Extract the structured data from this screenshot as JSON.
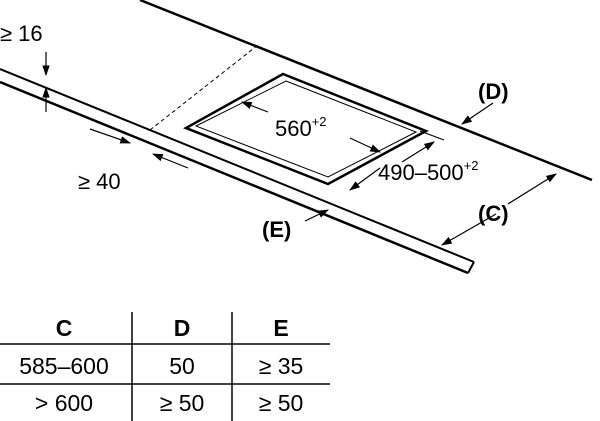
{
  "diagram": {
    "labels": {
      "clearance_top": "≥ 16",
      "clearance_front": "≥ 40",
      "width_dim": "560",
      "width_tol": "+2",
      "depth_dim": "490–500",
      "depth_tol": "+2",
      "label_D": "D",
      "label_C": "C",
      "label_E": "E",
      "paren_open": "(",
      "paren_close": ")"
    }
  },
  "table": {
    "headers": [
      "C",
      "D",
      "E"
    ],
    "rows": [
      [
        "585–600",
        "50",
        "≥ 35"
      ],
      [
        "> 600",
        "≥ 50",
        "≥ 50"
      ]
    ]
  }
}
